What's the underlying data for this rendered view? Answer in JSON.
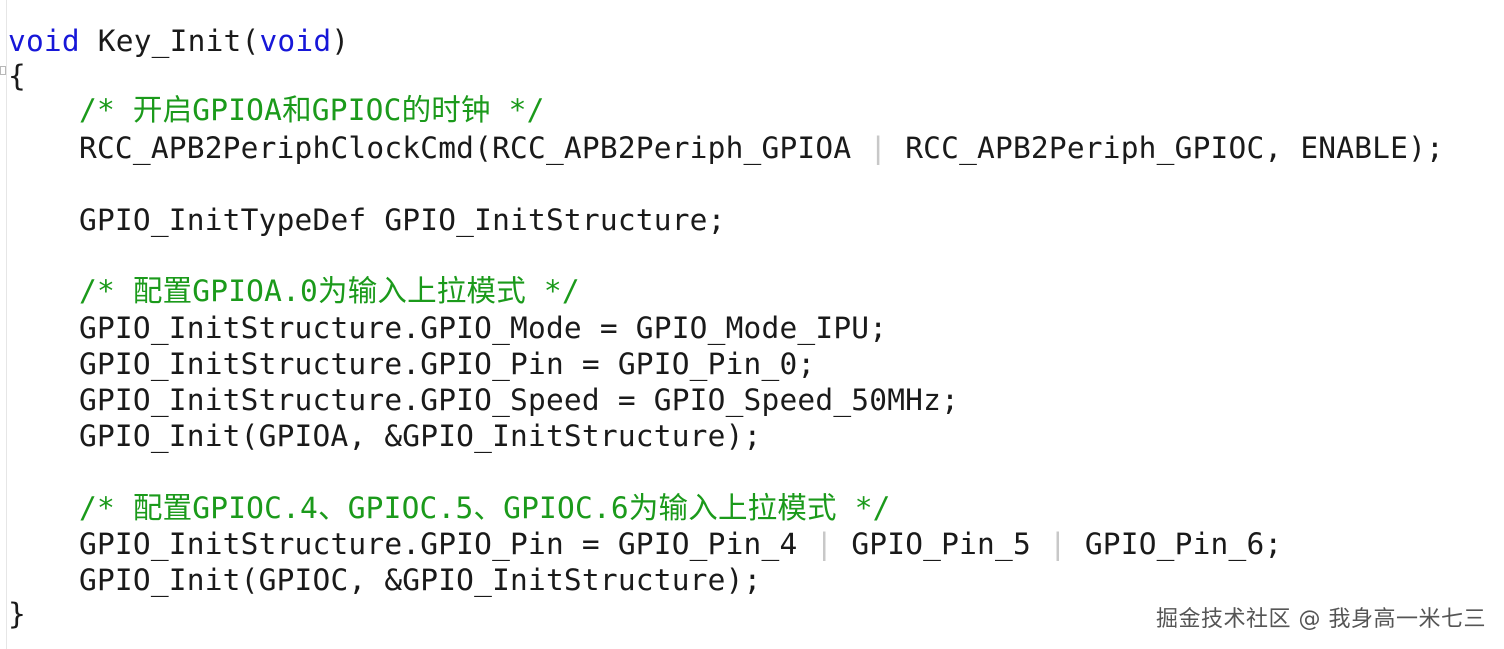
{
  "code": {
    "l1": {
      "kw1": "void",
      "name": " Key_Init(",
      "kw2": "void",
      "close": ")"
    },
    "l2": "{",
    "l3": "/* 开启GPIOA和GPIOC的时钟 */",
    "l4": {
      "a": "RCC_APB2PeriphClockCmd(RCC_APB2Periph_GPIOA ",
      "p": "|",
      "b": " RCC_APB2Periph_GPIOC, ENABLE);"
    },
    "l6": "GPIO_InitTypeDef GPIO_InitStructure;",
    "l8": "/* 配置GPIOA.0为输入上拉模式 */",
    "l9": "GPIO_InitStructure.GPIO_Mode = GPIO_Mode_IPU;",
    "l10": "GPIO_InitStructure.GPIO_Pin = GPIO_Pin_0;",
    "l11": "GPIO_InitStructure.GPIO_Speed = GPIO_Speed_50MHz;",
    "l12": "GPIO_Init(GPIOA, &GPIO_InitStructure);",
    "l14": "/* 配置GPIOC.4、GPIOC.5、GPIOC.6为输入上拉模式 */",
    "l15": {
      "a": "GPIO_InitStructure.GPIO_Pin = GPIO_Pin_4 ",
      "p1": "|",
      "b": " GPIO_Pin_5 ",
      "p2": "|",
      "c": " GPIO_Pin_6;"
    },
    "l16": "GPIO_Init(GPIOC, &GPIO_InitStructure);",
    "l17": "}"
  },
  "watermark": "掘金技术社区 @ 我身高一米七三",
  "colors": {
    "keyword": "#1717d8",
    "comment": "#1b9a1b",
    "text": "#1a1a1a",
    "pipe": "#c8c8c8"
  }
}
